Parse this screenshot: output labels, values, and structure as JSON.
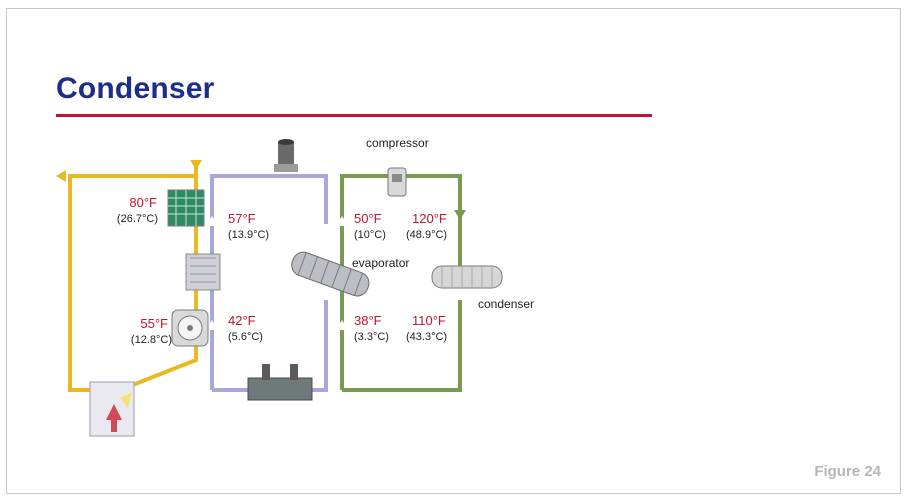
{
  "title": "Condenser",
  "figure_label": "Figure 24",
  "labels": {
    "compressor": "compressor",
    "evaporator": "evaporator",
    "condenser": "condenser"
  },
  "temps": {
    "air_out_f": "80°F",
    "air_out_c": "(26.7°C)",
    "air_in_f": "55°F",
    "air_in_c": "(12.8°C)",
    "chw_return_f": "57°F",
    "chw_return_c": "(13.9°C)",
    "chw_supply_f": "42°F",
    "chw_supply_c": "(5.6°C)",
    "evap_out_f": "50°F",
    "evap_out_c": "(10°C)",
    "comp_out_f": "120°F",
    "comp_out_c": "(48.9°C)",
    "evap_in_f": "38°F",
    "evap_in_c": "(3.3°C)",
    "cond_out_f": "110°F",
    "cond_out_c": "(43.3°C)"
  },
  "colors": {
    "title": "#1a2e8a",
    "rule": "#c41230",
    "air_loop": "#e8b923",
    "water_loop": "#a7a7dc",
    "refrigerant_loop": "#7a9a52",
    "temp_f": "#c41230",
    "temp_c": "#222222"
  }
}
